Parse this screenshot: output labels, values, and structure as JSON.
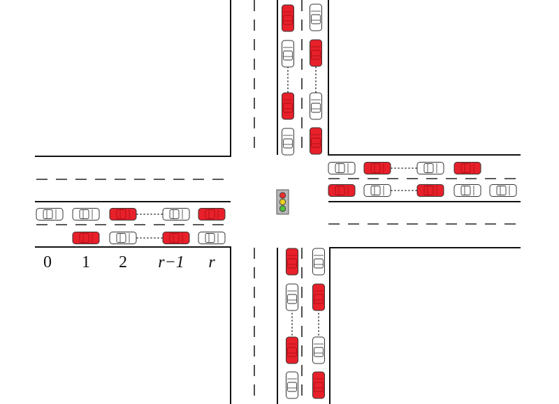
{
  "diagram": {
    "lane_index_labels": [
      "0",
      "1",
      "2",
      "r−1",
      "r"
    ],
    "car_colors": {
      "red": "#e8202a",
      "red_dark": "#a80f16",
      "white": "#ffffff",
      "outline": "#333333"
    },
    "signal": {
      "lamps": [
        "#e83030",
        "#e8d020",
        "#50c040"
      ],
      "housing": "#b8b8b8"
    },
    "west_approach": {
      "lane_1": [
        "white",
        "white",
        "red",
        "white",
        "red"
      ],
      "lane_2": [
        "red",
        "white",
        "red",
        "white"
      ]
    },
    "east_approach": {
      "lane_1": [
        "white",
        "red",
        "white",
        "red"
      ],
      "lane_2": [
        "red",
        "white",
        "red",
        "white",
        "white"
      ]
    },
    "north_approach": {
      "lane_1": [
        "red",
        "white",
        "red",
        "white"
      ],
      "lane_2": [
        "white",
        "red",
        "white",
        "red"
      ]
    },
    "south_approach": {
      "lane_1": [
        "red",
        "white",
        "red",
        "white"
      ],
      "lane_2": [
        "white",
        "red",
        "white",
        "red"
      ]
    }
  }
}
